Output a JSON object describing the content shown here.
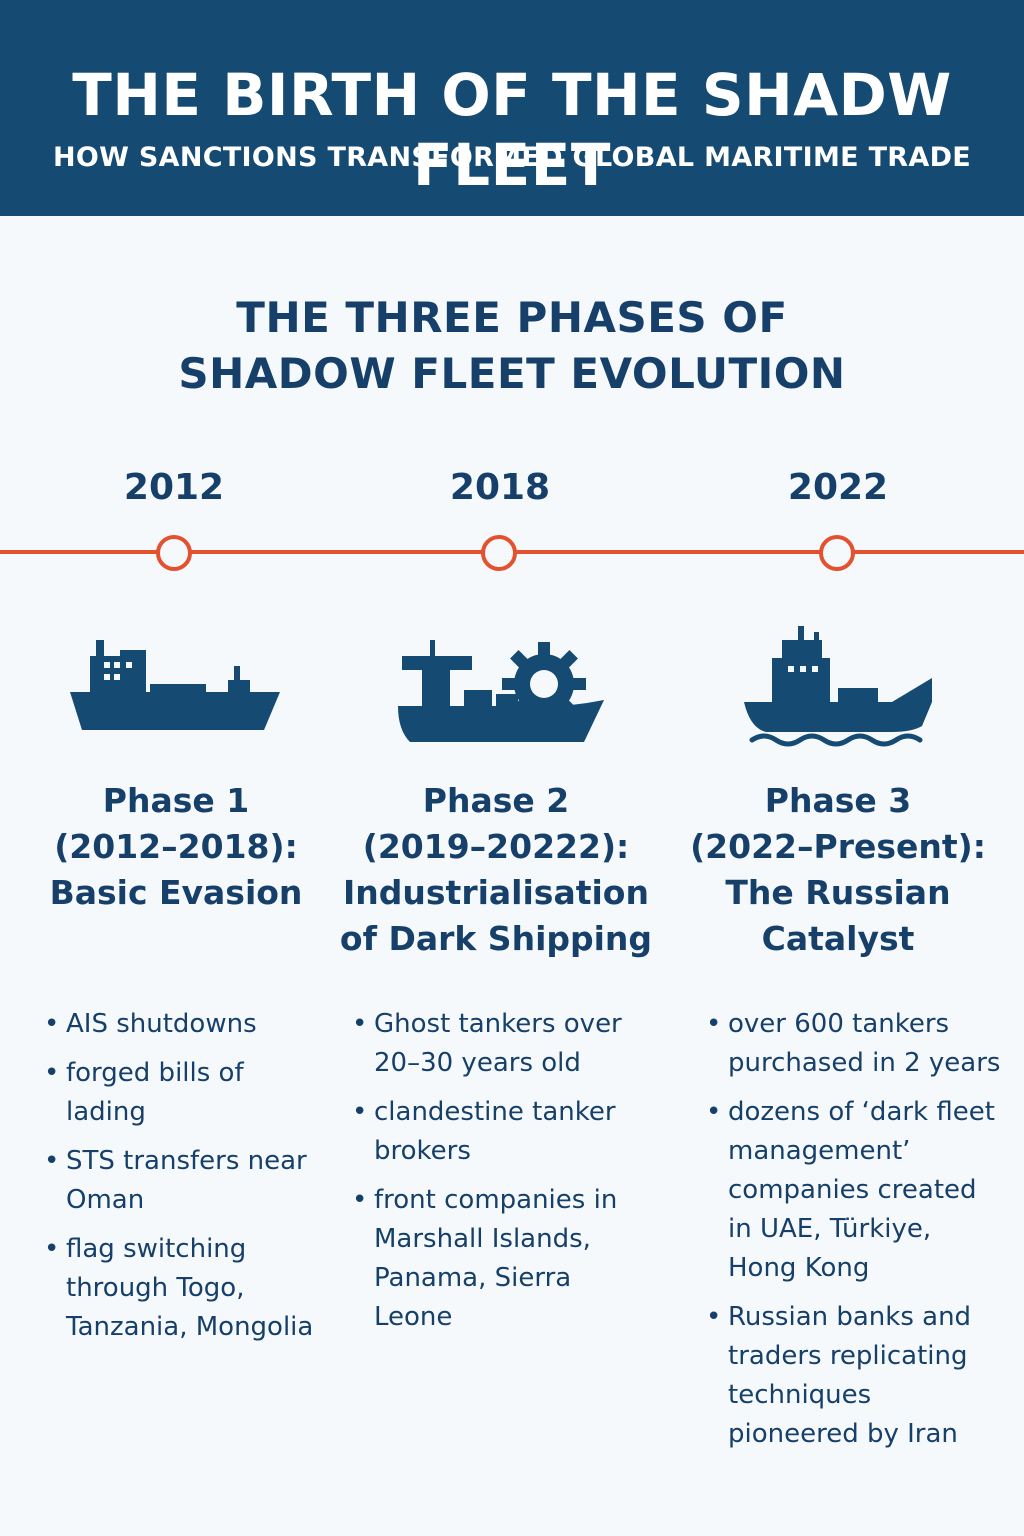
{
  "header": {
    "title": "THE BIRTH OF THE SHADW FLEET",
    "subtitle": "HOW SANCTIONS TRANSFORMED GLOBAL MARITIME TRADE"
  },
  "section": {
    "title_line1": "THE THREE PHASES OF",
    "title_line2": "SHADOW FLEET EVOLUTION"
  },
  "colors": {
    "header_bg": "#154a72",
    "accent": "#e4512f",
    "text": "#16406a",
    "background": "#f6f9fc"
  },
  "timeline": {
    "years": [
      "2012",
      "2018",
      "2022"
    ]
  },
  "phases": [
    {
      "icon": "cargo-ship-icon",
      "title_lines": [
        "Phase 1",
        "(2012–2018):",
        "Basic Evasion"
      ],
      "bullets": [
        "AIS shutdowns",
        "forged bills of lading",
        "STS transfers near Oman",
        "flag switching through Togo, Tanzania, Mongolia"
      ]
    },
    {
      "icon": "ship-gear-icon",
      "title_lines": [
        "Phase 2",
        "(2019–20222):",
        "Industrialisation",
        "of Dark Shipping"
      ],
      "bullets": [
        "Ghost tankers over 20–30 years old",
        "clandestine tanker brokers",
        "front companies in Marshall Islands, Panama, Sierra Leone"
      ]
    },
    {
      "icon": "tanker-waves-icon",
      "title_lines": [
        "Phase 3",
        "(2022–Present):",
        "The Russian",
        "Catalyst"
      ],
      "bullets": [
        "over 600 tankers purchased in 2 years",
        "dozens of ‘dark fleet management’ companies created in UAE, Türkiye, Hong Kong",
        "Russian banks and traders replicating techniques pioneered by Iran"
      ]
    }
  ]
}
